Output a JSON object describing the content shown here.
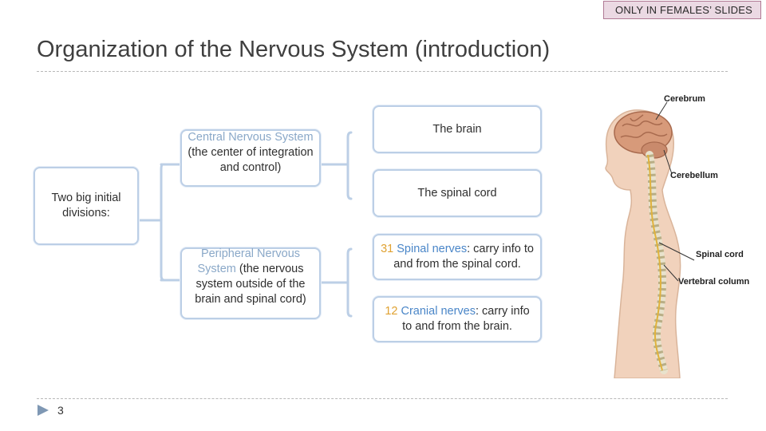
{
  "badge": "ONLY IN FEMALES’ SLIDES",
  "title": "Organization of the Nervous System (introduction)",
  "root": {
    "text": "Two big initial divisions:"
  },
  "cns": {
    "name": "Central Nervous System",
    "desc": " (the center of integration and control)"
  },
  "pns": {
    "name": "Peripheral Nervous System",
    "desc": " (the nervous system outside of the brain and spinal cord)"
  },
  "cns_children": [
    {
      "text": "The brain"
    },
    {
      "text": "The spinal cord"
    }
  ],
  "pns_children": [
    {
      "num": "31",
      "name": " Spinal nerves",
      "rest": ": carry info to and from the spinal cord."
    },
    {
      "num": "12",
      "name": " Cranial nerves",
      "rest": ": carry info to and from the brain."
    }
  ],
  "figure_labels": {
    "cerebrum": "Cerebrum",
    "cerebellum": "Cerebellum",
    "spinal_cord": "Spinal cord",
    "vertebral_column": "Vertebral column"
  },
  "page_number": "3",
  "colors": {
    "box_border": "#bccfe6",
    "muted_text": "#8aa8c8",
    "number": "#e0a232",
    "nerve_name": "#4a86c8",
    "badge_bg": "#ebd9e3"
  }
}
